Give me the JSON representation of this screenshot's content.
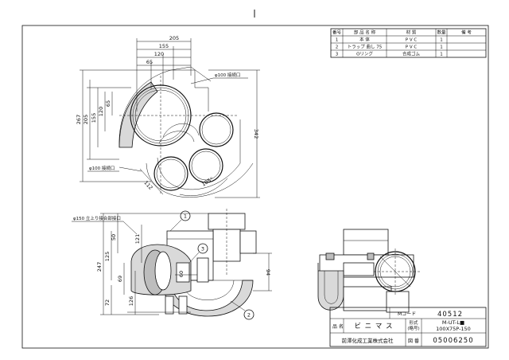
{
  "parts_table": {
    "headers": [
      "番号",
      "部 品 名 称",
      "材 質",
      "数量",
      "備 考"
    ],
    "rows": [
      [
        "1",
        "本 体",
        "P V C",
        "1",
        ""
      ],
      [
        "2",
        "トラップ 曲し 75",
        "P V C",
        "1",
        ""
      ],
      [
        "3",
        "Oリング",
        "合成ゴム",
        "1",
        ""
      ]
    ]
  },
  "plan_view": {
    "dims_top": [
      "205",
      "155",
      "120",
      "65"
    ],
    "dims_left": [
      "267",
      "205",
      "155",
      "120",
      "65"
    ],
    "dim_right": "342",
    "dim_112": "112",
    "dim_105": "105°",
    "note_top": "φ100 接続口",
    "note_bottom": "φ100 接続口"
  },
  "elevation_view": {
    "note": "φ150 立上り接合部接口",
    "dims_left": [
      "247",
      "125",
      "72",
      "50",
      "69",
      "126",
      "121"
    ],
    "dim_60": "60",
    "dim_94": "94",
    "callouts": [
      "1",
      "2",
      "3"
    ]
  },
  "title_block": {
    "m_code_label": "Mコード",
    "m_code": "40512",
    "name_label": "品 名",
    "name": "ビ ニ マ ス",
    "model_label1": "形式",
    "model_label2": "(略号)",
    "model_line1": "M-UT-L■",
    "model_line2": "100X75P-150",
    "company": "前澤化成工業株式会社",
    "drawing_no_label": "図 番",
    "drawing_no": "05006250"
  }
}
